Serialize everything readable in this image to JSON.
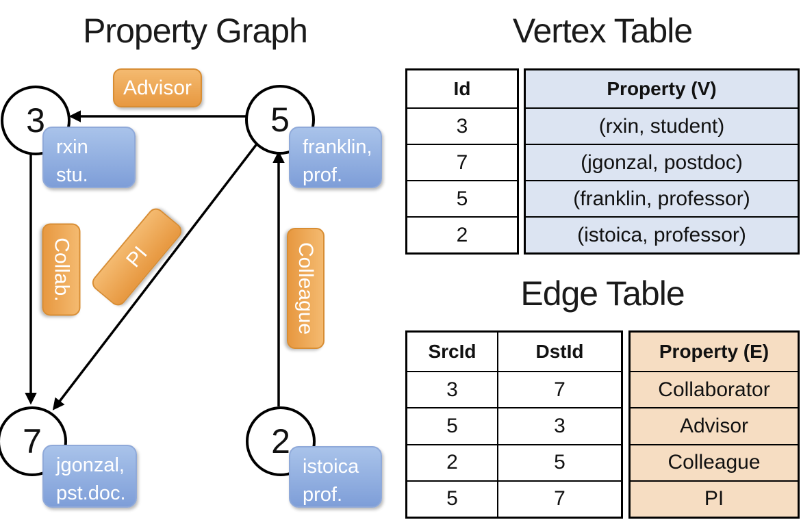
{
  "graph": {
    "title": "Property Graph",
    "vertices": {
      "v3": {
        "id": "3",
        "line1": "rxin",
        "line2": "stu."
      },
      "v5": {
        "id": "5",
        "line1": "franklin,",
        "line2": "prof."
      },
      "v7": {
        "id": "7",
        "line1": "jgonzal,",
        "line2": "pst.doc."
      },
      "v2": {
        "id": "2",
        "line1": "istoica",
        "line2": "prof."
      }
    },
    "edge_labels": {
      "advisor": "Advisor",
      "collab": "Collab.",
      "pi": "PI",
      "colleague": "Colleague"
    }
  },
  "vertex_table": {
    "title": "Vertex Table",
    "columns": [
      "Id",
      "Property (V)"
    ],
    "rows": [
      [
        "3",
        "(rxin, student)"
      ],
      [
        "7",
        "(jgonzal, postdoc)"
      ],
      [
        "5",
        "(franklin, professor)"
      ],
      [
        "2",
        "(istoica, professor)"
      ]
    ]
  },
  "edge_table": {
    "title": "Edge Table",
    "columns": [
      "SrcId",
      "DstId",
      "Property (E)"
    ],
    "rows": [
      [
        "3",
        "7",
        "Collaborator"
      ],
      [
        "5",
        "3",
        "Advisor"
      ],
      [
        "2",
        "5",
        "Colleague"
      ],
      [
        "5",
        "7",
        "PI"
      ]
    ]
  },
  "colors": {
    "orange_top": "#f4ba70",
    "orange_bottom": "#e79840",
    "blue_top": "#a9c3ea",
    "blue_bottom": "#7e9ed8",
    "vertex_cell_bg": "#dce4f2",
    "edge_cell_bg": "#f6ddc2",
    "arrow": "#000000"
  }
}
